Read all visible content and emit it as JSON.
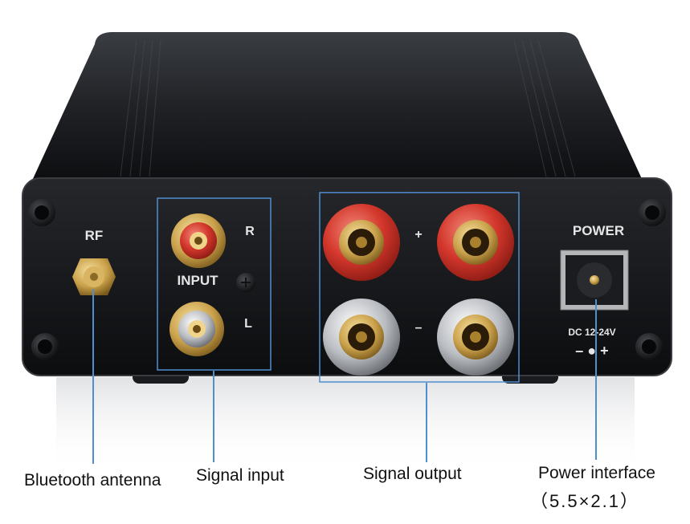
{
  "panel": {
    "rf_label": "RF",
    "input_label": "INPUT",
    "right_channel": "R",
    "left_channel": "L",
    "plus": "+",
    "minus": "–",
    "power_label": "POWER",
    "dc_rating": "DC 12-24V",
    "polarity": "– ● +"
  },
  "callouts": {
    "bluetooth": "Bluetooth antenna",
    "signal_input": "Signal input",
    "signal_output": "Signal output",
    "power_interface": "Power interface",
    "power_spec": "（5.5×2.1）"
  },
  "colors": {
    "chassis": "#15171a",
    "gold": "#c8a24a",
    "red_insulator": "#d4372c",
    "callout_line": "#4f8fd0"
  }
}
